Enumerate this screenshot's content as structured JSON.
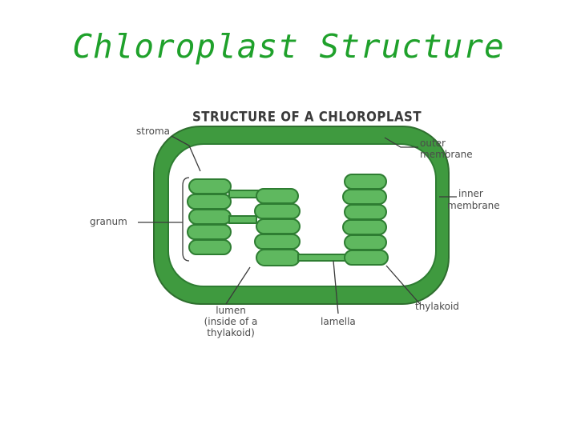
{
  "slide": {
    "title": "Chloroplast Structure"
  },
  "figure": {
    "title": "STRUCTURE OF A CHLOROPLAST",
    "labels": {
      "stroma": "stroma",
      "outer_membrane_1": "outer",
      "outer_membrane_2": "membrane",
      "inner_membrane_1": "inner",
      "inner_membrane_2": "membrane",
      "granum": "granum",
      "lumen_1": "lumen",
      "lumen_2": "(inside of a",
      "lumen_3": "thylakoid)",
      "lamella": "lamella",
      "thylakoid": "thylakoid"
    },
    "colors": {
      "membrane": "#3f9a3f",
      "membrane_dark": "#2e7d32",
      "thylakoid": "#5fb85f",
      "line": "#3a3a3a",
      "title": "#1fa12b"
    }
  }
}
